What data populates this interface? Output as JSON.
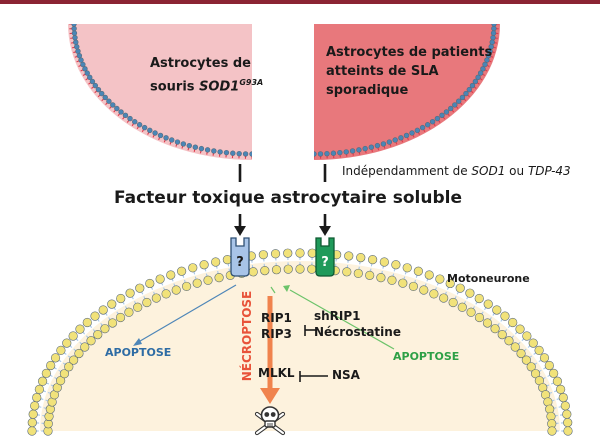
{
  "astro_mouse": {
    "line1": "Astrocytes de",
    "line2_prefix": "souris ",
    "gene": "SOD1",
    "allele": "G93A"
  },
  "astro_sla": {
    "line1": "Astrocytes de patients",
    "line2": "atteints de SLA",
    "line3": "sporadique"
  },
  "independence": {
    "prefix": "Indépendamment de ",
    "gene1": "SOD1",
    "connector": " ou ",
    "gene2": "TDP-43"
  },
  "toxic_factor": "Facteur toxique astrocytaire soluble",
  "receptor_unknown": "?",
  "motoneuron": "Motoneurone",
  "necroptosis": "NÉCROPTOSE",
  "rip1": "RIP1",
  "rip3": "RIP3",
  "shrip1": "shRIP1",
  "necrostatin": "Nécrostatine",
  "mlkl": "MLKL",
  "nsa": "NSA",
  "apoptosis_left": "APOPTOSE",
  "apoptosis_right": "APOPTOSE",
  "colors": {
    "frame": "#8b2433",
    "astro_mouse_fill": "#f4c3c6",
    "astro_sla_fill": "#e8787c",
    "membrane_head_blue": "#4a86b6",
    "membrane_tail_red": "#e03a4c",
    "neuron_fill": "#fdf2dd",
    "neuron_head_yellow": "#f1e27a",
    "neuron_tail_blue": "#a7c7e7",
    "receptor_blue": "#a8c4e8",
    "receptor_green": "#1f9a5a",
    "necroptosis_red": "#e8533a",
    "apoptosis_blue": "#2e6ca4",
    "apoptosis_green": "#2ea046",
    "arrow_orange": "#f0834d"
  },
  "icons": [
    "skull-crossbones-icon"
  ]
}
